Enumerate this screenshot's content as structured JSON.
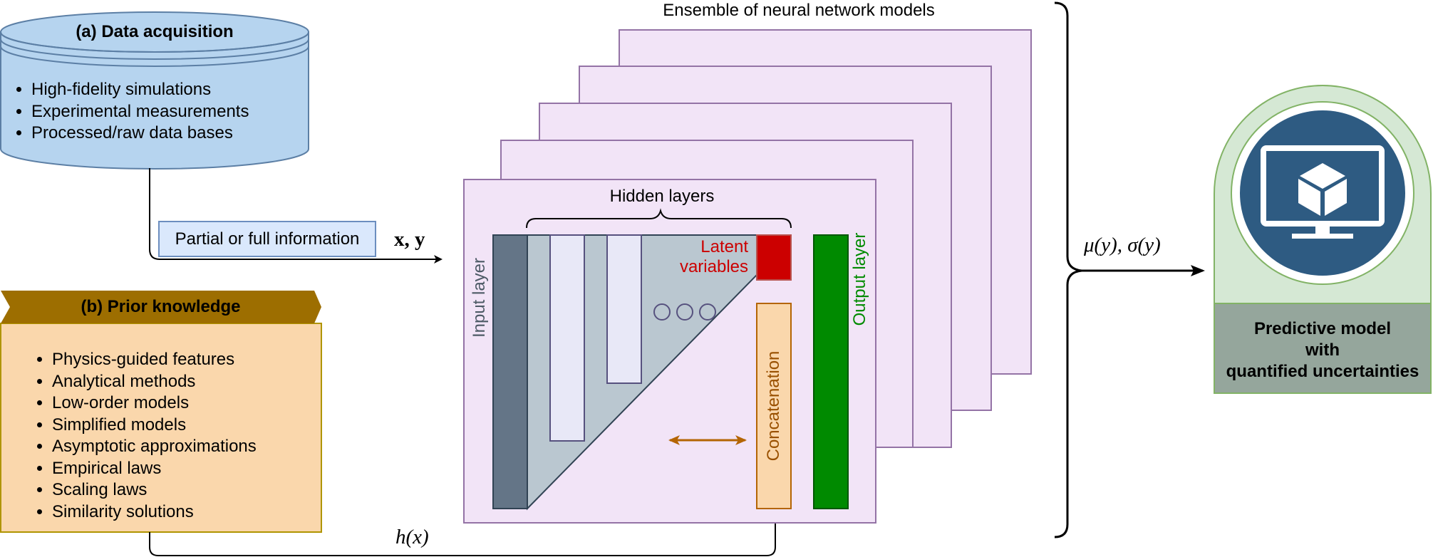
{
  "data_acquisition": {
    "title": "(a) Data acquisition",
    "items": [
      "High-fidelity simulations",
      "Experimental measurements",
      "Processed/raw data bases"
    ]
  },
  "prior_knowledge": {
    "title": "(b) Prior knowledge",
    "items": [
      "Physics-guided features",
      "Analytical methods",
      "Low-order models",
      "Simplified models",
      "Asymptotic approximations",
      "Empirical laws",
      "Scaling laws",
      "Similarity solutions"
    ]
  },
  "info_box": "Partial or full information",
  "inputs_label": "x, y",
  "hx_label": "h(x)",
  "ensemble_label": "Ensemble of neural network models",
  "network": {
    "hidden_layers": "Hidden layers",
    "input_layer": "Input layer",
    "output_layer": "Output layer",
    "latent_line1": "Latent",
    "latent_line2": "variables",
    "concatenation": "Concatenation"
  },
  "output_label": "μ(y), σ(y)",
  "result": {
    "line1": "Predictive model",
    "line2": "with",
    "line3": "quantified uncertainties"
  },
  "colors": {
    "data_fill": "#b6d4ef",
    "data_stroke": "#5c7fa5",
    "prior_fill": "#fad7ac",
    "prior_header": "#9d6e00",
    "frame_fill": "#f2e4f7",
    "frame_stroke": "#9473a6",
    "input_layer": "#647587",
    "hidden_fill": "#bac7d0",
    "hidden_bar": "#e8e8f7",
    "latent": "#cc0000",
    "output_layer": "#008a00",
    "concat_fill": "#fad7ac",
    "concat_stroke": "#b46504",
    "result_green": "#d5e8d4",
    "result_stroke": "#82b366",
    "monitor_circle": "#2e5b82",
    "result_label_fill": "#95a69c"
  },
  "icons": [
    "database-cylinder",
    "monitor-cube-icon",
    "double-arrow",
    "ellipsis-circles",
    "curly-brace"
  ]
}
